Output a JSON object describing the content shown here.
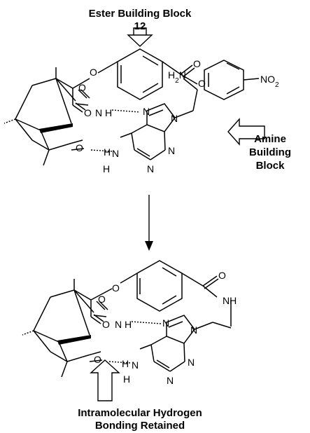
{
  "top": {
    "title_line1": "Ester Building Block",
    "title_line2": "12",
    "label_no2": "NO",
    "label_no2_sub": "2",
    "label_h2n": "H",
    "label_h2n_sub": "2",
    "label_h2n_n": "N"
  },
  "side": {
    "line1": "Amine",
    "line2": "Building",
    "line3": "Block"
  },
  "bottom": {
    "caption_line1": "Intramolecular Hydrogen",
    "caption_line2": "Bonding Retained",
    "label_nh": "NH"
  },
  "atoms": {
    "O": "O",
    "N": "N",
    "H": "H"
  }
}
